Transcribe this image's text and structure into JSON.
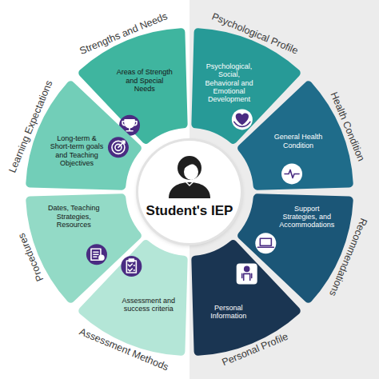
{
  "diagram": {
    "nodes": [
      {
        "text": [
          "Student's IEP"
        ]
      },
      {
        "text": [
          "Strengths and Needs",
          "Areas of Strength and Special Needs"
        ]
      },
      {
        "text": [
          "Learning Expectations",
          "Long-term & Short-term goals and Teaching Objectives"
        ]
      },
      {
        "text": [
          "Procedures",
          "Dates, Teaching Strategies, Resources"
        ]
      },
      {
        "text": [
          "Assessment Methods",
          "Assessment and success criteria"
        ]
      },
      {
        "text": [
          "Psychological Profile",
          "Psychological, Social, Behavioral and Emotional Development"
        ]
      },
      {
        "text": [
          "Health Condition",
          "General Health Condition"
        ]
      },
      {
        "text": [
          "Recommendations",
          "Support Strategies, and Accommodations"
        ]
      },
      {
        "text": [
          "Personal Profile",
          "Personal Information"
        ]
      }
    ]
  }
}
